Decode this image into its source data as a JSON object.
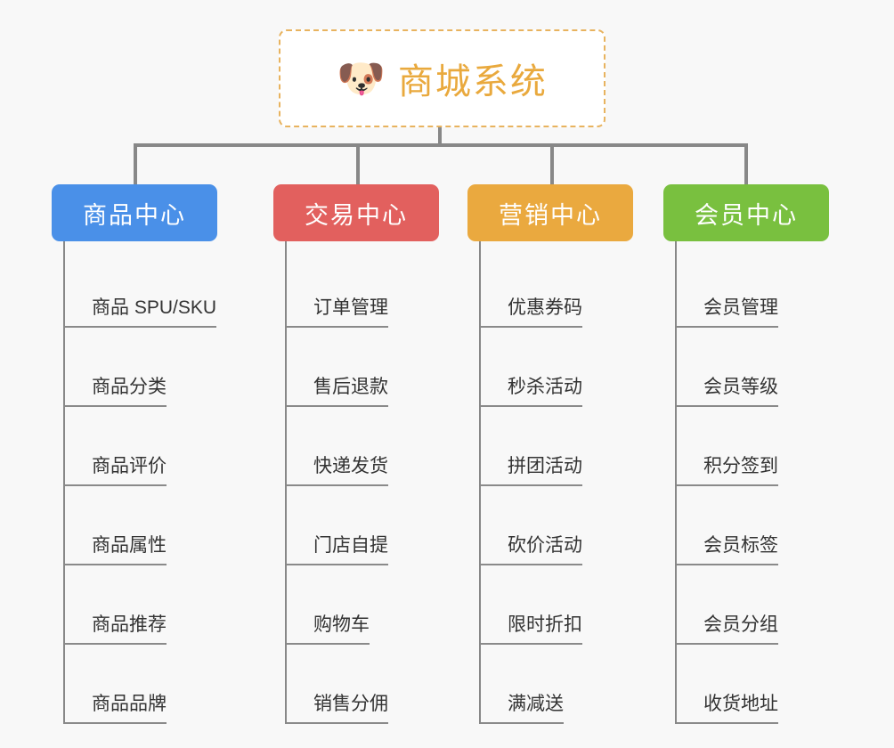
{
  "background_color": "#f8f8f8",
  "root": {
    "icon": "shiba-dog-face-emoji",
    "emoji": "🐶",
    "title": "商城系统",
    "title_color": "#e9a93d",
    "border_color": "#e8b35f",
    "fill_color": "#ffffff"
  },
  "connector_color": "#888888",
  "categories": [
    {
      "label": "商品中心",
      "color": "#4a90e8",
      "items": [
        "商品 SPU/SKU",
        "商品分类",
        "商品评价",
        "商品属性",
        "商品推荐",
        "商品品牌"
      ]
    },
    {
      "label": "交易中心",
      "color": "#e2605e",
      "items": [
        "订单管理",
        "售后退款",
        "快递发货",
        "门店自提",
        "购物车",
        "销售分佣"
      ]
    },
    {
      "label": "营销中心",
      "color": "#eaa93f",
      "items": [
        "优惠券码",
        "秒杀活动",
        "拼团活动",
        "砍价活动",
        "限时折扣",
        "满减送"
      ]
    },
    {
      "label": "会员中心",
      "color": "#79c03f",
      "items": [
        "会员管理",
        "会员等级",
        "积分签到",
        "会员标签",
        "会员分组",
        "收货地址"
      ]
    }
  ]
}
